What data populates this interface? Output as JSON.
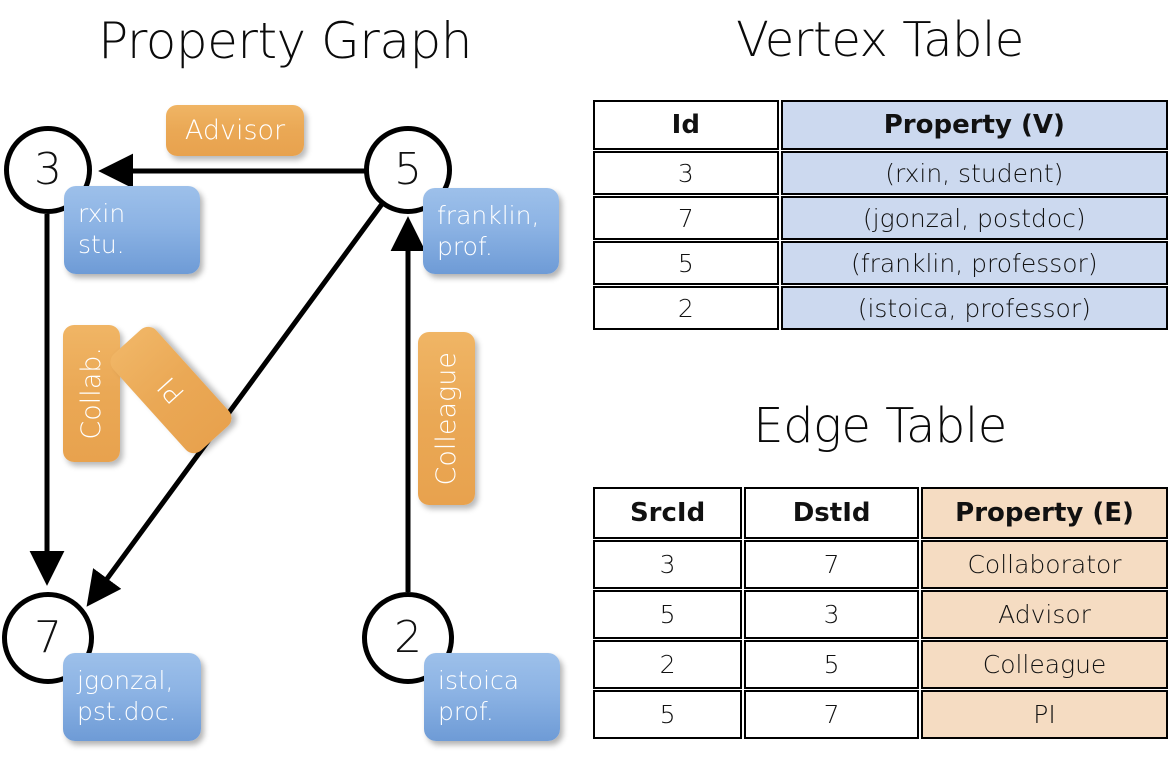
{
  "titles": {
    "property_graph": "Property Graph",
    "vertex_table": "Vertex Table",
    "edge_table": "Edge Table"
  },
  "colors": {
    "vertex_property_fill": "#ccd9ef",
    "edge_property_fill": "#f5dcc2",
    "node_box_fill": "#8cb3e4",
    "edge_label_fill": "#eaa855",
    "stroke": "#000000"
  },
  "graph": {
    "nodes": [
      {
        "id": "3",
        "label": "3",
        "property_lines": [
          "rxin",
          "stu."
        ]
      },
      {
        "id": "5",
        "label": "5",
        "property_lines": [
          "franklin,",
          "prof."
        ]
      },
      {
        "id": "7",
        "label": "7",
        "property_lines": [
          "jgonzal,",
          "pst.doc."
        ]
      },
      {
        "id": "2",
        "label": "2",
        "property_lines": [
          "istoica",
          "prof."
        ]
      }
    ],
    "edge_labels": [
      {
        "name": "advisor",
        "text": "Advisor"
      },
      {
        "name": "collab",
        "text": "Collab."
      },
      {
        "name": "pi",
        "text": "PI"
      },
      {
        "name": "colleague",
        "text": "Colleague"
      }
    ],
    "edges": [
      {
        "src": "5",
        "dst": "3",
        "label": "Advisor"
      },
      {
        "src": "3",
        "dst": "7",
        "label": "Collab."
      },
      {
        "src": "5",
        "dst": "7",
        "label": "PI"
      },
      {
        "src": "2",
        "dst": "5",
        "label": "Colleague"
      }
    ]
  },
  "vertex_table": {
    "headers": [
      "Id",
      "Property (V)"
    ],
    "rows": [
      {
        "id": "3",
        "property": "(rxin, student)"
      },
      {
        "id": "7",
        "property": "(jgonzal, postdoc)"
      },
      {
        "id": "5",
        "property": "(franklin, professor)"
      },
      {
        "id": "2",
        "property": "(istoica, professor)"
      }
    ]
  },
  "edge_table": {
    "headers": [
      "SrcId",
      "DstId",
      "Property (E)"
    ],
    "rows": [
      {
        "src": "3",
        "dst": "7",
        "property": "Collaborator"
      },
      {
        "src": "5",
        "dst": "3",
        "property": "Advisor"
      },
      {
        "src": "2",
        "dst": "5",
        "property": "Colleague"
      },
      {
        "src": "5",
        "dst": "7",
        "property": "PI"
      }
    ]
  }
}
